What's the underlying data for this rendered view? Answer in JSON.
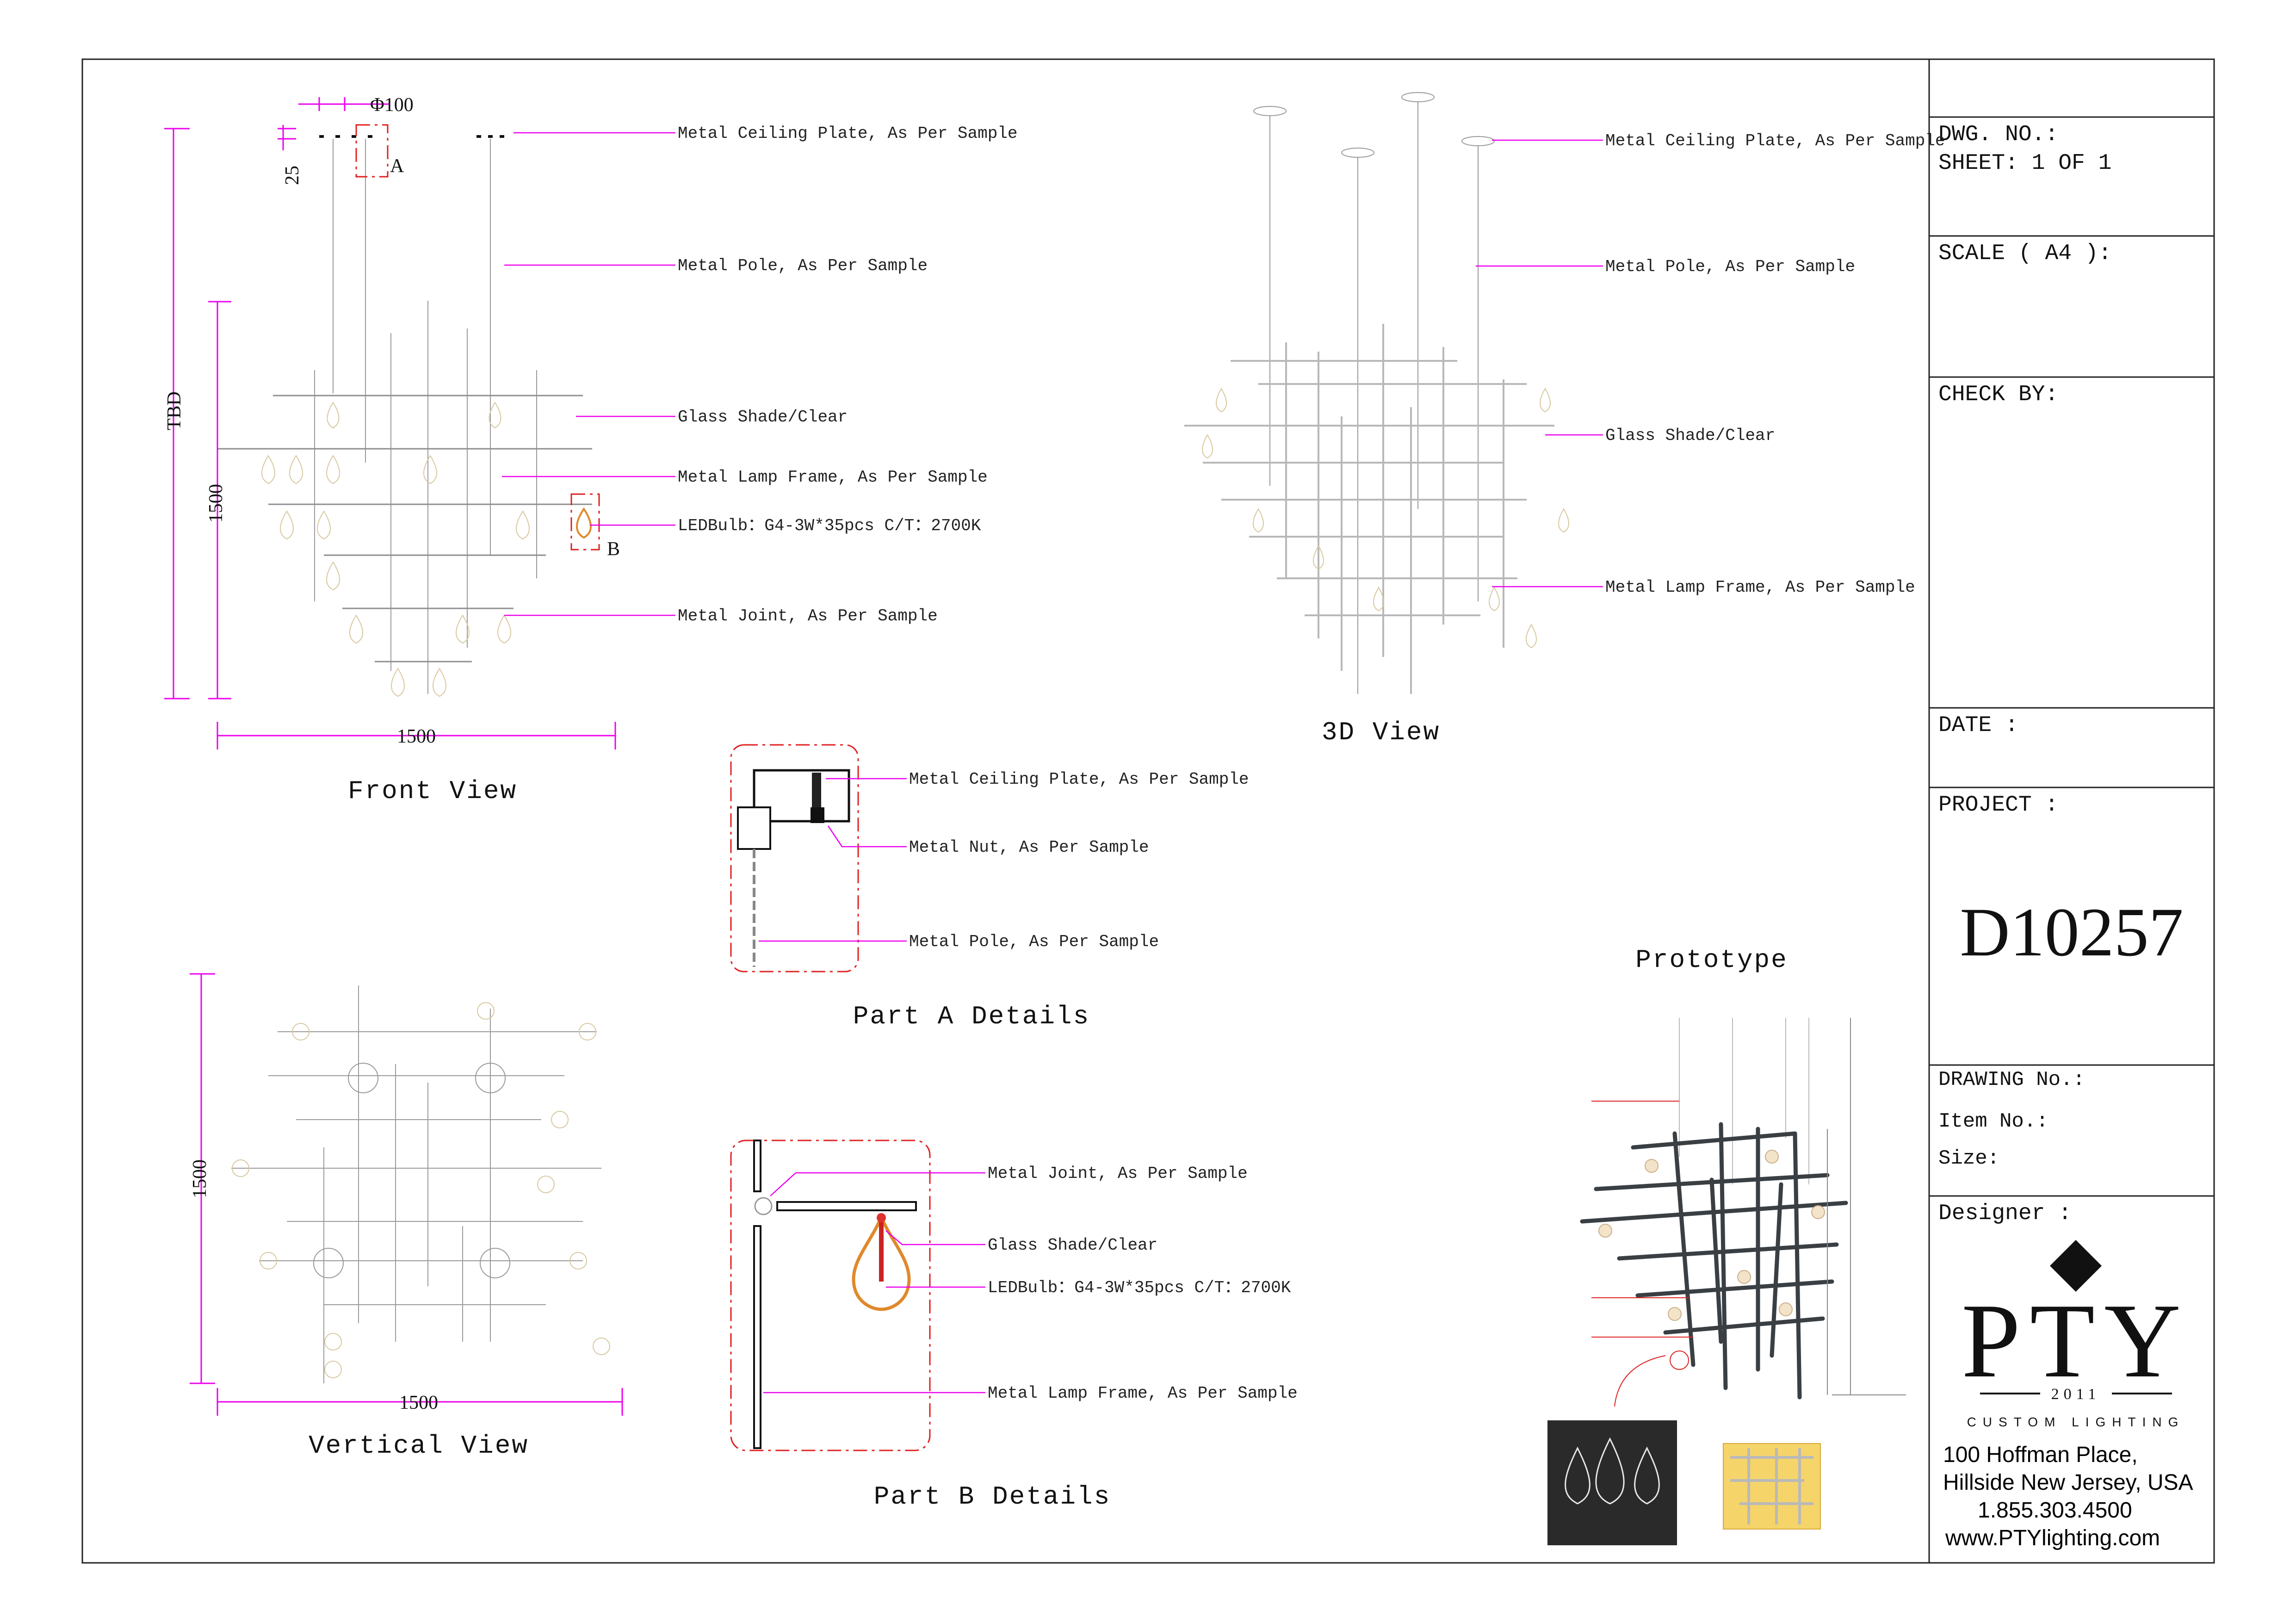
{
  "views": {
    "front": "Front View",
    "vertical": "Vertical View",
    "three_d": "3D View",
    "part_a": "Part A Details",
    "part_b": "Part B Details",
    "prototype": "Prototype"
  },
  "front_view": {
    "dim_diameter": "Φ100",
    "dim_25": "25",
    "dim_tbd": "TBD",
    "dim_height": "1500",
    "dim_width": "1500",
    "marker_a": "A",
    "marker_b": "B",
    "callouts": [
      "Metal Ceiling Plate, As Per Sample",
      "Metal Pole, As Per Sample",
      "Glass Shade/Clear",
      "Metal Lamp Frame, As Per Sample",
      "LEDBulb：G4-3W*35pcs C/T：2700K",
      "Metal Joint, As Per Sample"
    ]
  },
  "three_d_view": {
    "callouts": [
      "Metal Ceiling Plate, As Per Sample",
      "Metal Pole, As Per Sample",
      "Glass Shade/Clear",
      "Metal Lamp Frame, As Per Sample"
    ]
  },
  "vertical_view": {
    "dim_height": "1500",
    "dim_width": "1500"
  },
  "part_a": {
    "callouts": [
      "Metal Ceiling Plate, As Per Sample",
      "Metal Nut, As Per Sample",
      "Metal Pole, As Per Sample"
    ]
  },
  "part_b": {
    "callouts": [
      "Metal Joint, As Per Sample",
      "Glass Shade/Clear",
      "LEDBulb：G4-3W*35pcs C/T：2700K",
      "Metal Lamp Frame, As Per Sample"
    ]
  },
  "title_block": {
    "dwg_no": "DWG. NO.:",
    "sheet": "SHEET: 1 OF 1",
    "scale": "SCALE ( A4 ):",
    "check_by": "CHECK BY:",
    "date": "DATE :",
    "project": "PROJECT :",
    "project_code": "D10257",
    "drawing_no": "DRAWING No.:",
    "item_no": "Item No.:",
    "size": "Size:",
    "designer": "Designer :",
    "logo": "PTY",
    "logo_year": "2011",
    "logo_sub": "CUSTOM LIGHTING",
    "address_lines": [
      "100 Hoffman Place,",
      "Hillside New Jersey, USA",
      "1.855.303.4500",
      "www.PTYlighting.com"
    ]
  },
  "colors": {
    "dimension": "#ee00ee",
    "detail_outline": "#e02020",
    "bulb": "#e0892a"
  }
}
